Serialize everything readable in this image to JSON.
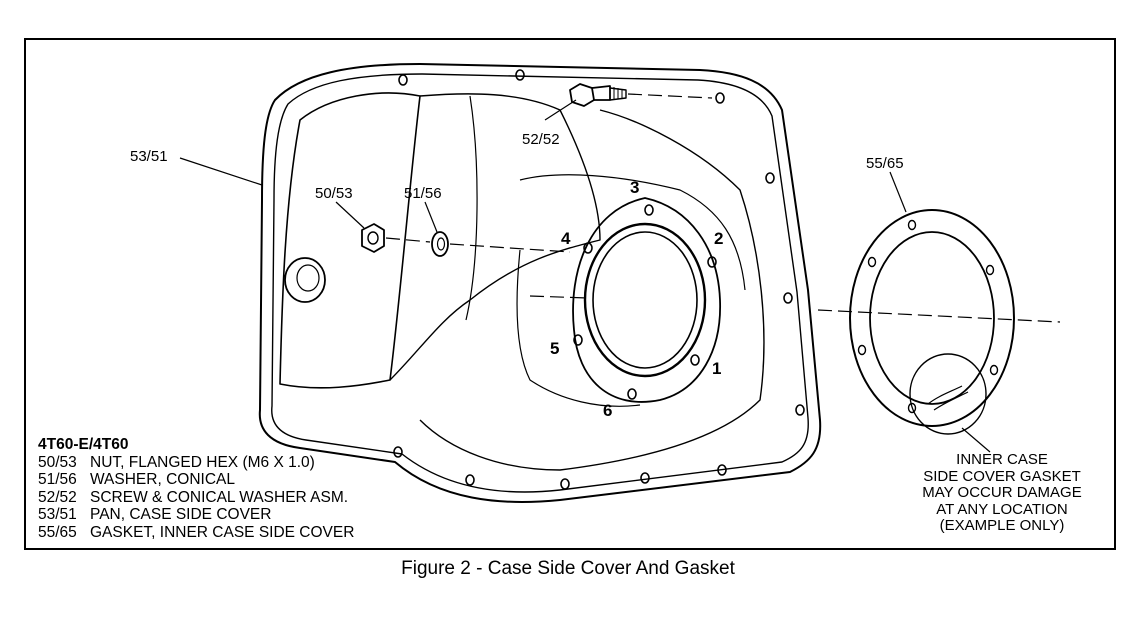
{
  "callouts": {
    "pan": "53/51",
    "nut": "50/53",
    "washer": "51/56",
    "screw": "52/52",
    "gasket": "55/65"
  },
  "bolt_numbers": [
    "1",
    "2",
    "3",
    "4",
    "5",
    "6"
  ],
  "legend": {
    "title": "4T60-E/4T60",
    "items": [
      {
        "code": "50/53",
        "desc": "NUT, FLANGED HEX (M6 X 1.0)"
      },
      {
        "code": "51/56",
        "desc": "WASHER, CONICAL"
      },
      {
        "code": "52/52",
        "desc": "SCREW & CONICAL WASHER ASM."
      },
      {
        "code": "53/51",
        "desc": "PAN, CASE SIDE COVER"
      },
      {
        "code": "55/65",
        "desc": "GASKET, INNER CASE SIDE COVER"
      }
    ]
  },
  "note": [
    "INNER CASE",
    "SIDE COVER GASKET",
    "MAY OCCUR DAMAGE",
    "AT ANY LOCATION",
    "(EXAMPLE ONLY)"
  ],
  "caption": "Figure 2 - Case Side Cover And Gasket"
}
